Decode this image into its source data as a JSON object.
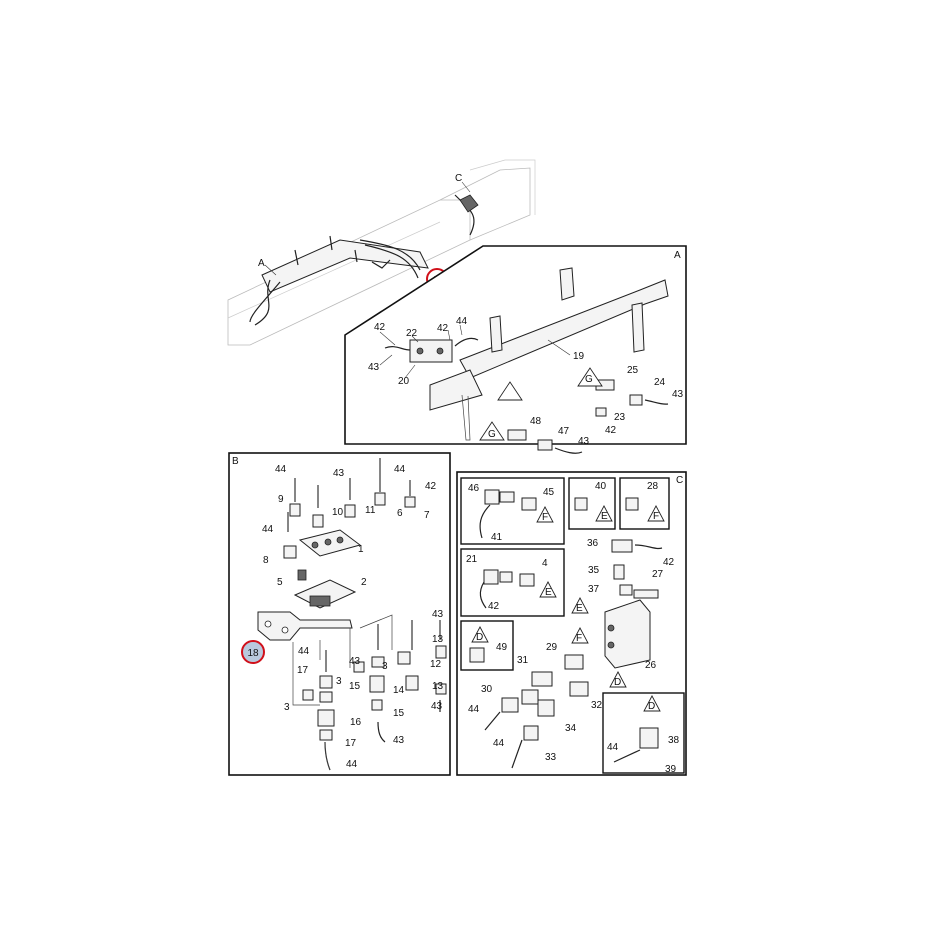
{
  "section_letters": {
    "a": "A",
    "b": "B",
    "c": "C"
  },
  "callouts": {
    "b_circled": "B",
    "num_18_circled": "18"
  },
  "overview_labels": {
    "a": "A",
    "c": "C"
  },
  "section_a_labels": [
    "42",
    "22",
    "42",
    "44",
    "43",
    "20",
    "19",
    "G",
    "25",
    "24",
    "43",
    "23",
    "42",
    "48",
    "47",
    "43",
    "G"
  ],
  "section_b_labels": [
    "44",
    "43",
    "44",
    "42",
    "9",
    "10",
    "11",
    "6",
    "7",
    "44",
    "1",
    "8",
    "5",
    "2",
    "43",
    "13",
    "44",
    "17",
    "43",
    "15",
    "3",
    "3",
    "12",
    "14",
    "13",
    "3",
    "16",
    "15",
    "43",
    "17",
    "44",
    "43"
  ],
  "section_c_labels": [
    "46",
    "45",
    "F",
    "41",
    "40",
    "E",
    "28",
    "F",
    "21",
    "4",
    "E",
    "42",
    "36",
    "42",
    "35",
    "27",
    "37",
    "E",
    "F",
    "49",
    "D",
    "29",
    "31",
    "26",
    "D",
    "30",
    "34",
    "32",
    "44",
    "33",
    "44",
    "D",
    "38",
    "39"
  ],
  "colors": {
    "callout_ring": "#d0101a",
    "callout_fill": "#b9c9dd",
    "line": "#111111",
    "hatch": "#999999"
  }
}
